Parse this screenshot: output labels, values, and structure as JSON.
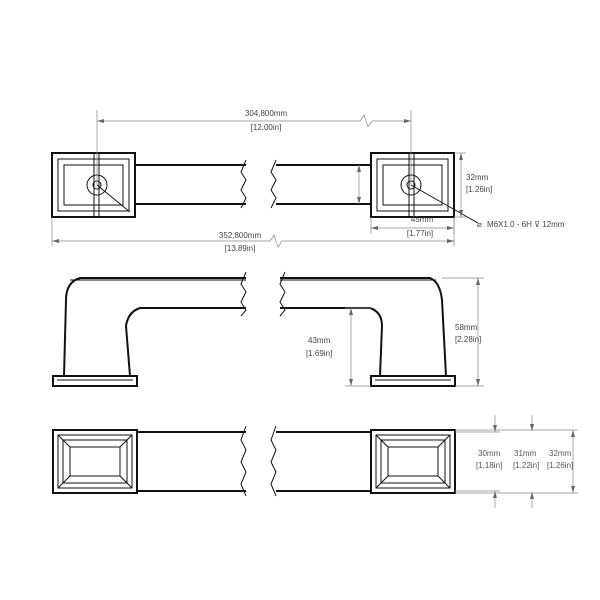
{
  "top_view": {
    "center_mm": "304,800mm",
    "center_in": "[12.00in]",
    "overall_mm": "352,800mm",
    "overall_in": "[13.89in]",
    "base_width_mm": "32mm",
    "base_width_in": "[1.26in]",
    "base_length_mm": "45mm",
    "base_length_in": "[1.77in]",
    "thread_symbol": "⌀",
    "thread_spec": "M6X1.0 - 6H ⊽ 12mm"
  },
  "side_view": {
    "height_mm": "58mm",
    "height_in": "[2.28in]",
    "clearance_mm": "43mm",
    "clearance_in": "[1.69in]"
  },
  "bottom_view": {
    "bar_width_mm": "30mm",
    "bar_width_in": "[1.18in]",
    "mid_width_mm": "31mm",
    "mid_width_in": "[1.22in]",
    "base_width_mm": "32mm",
    "base_width_in": "[1.26in]"
  },
  "colors": {
    "line": "#111111",
    "dimension": "#888888",
    "text": "#444444"
  }
}
